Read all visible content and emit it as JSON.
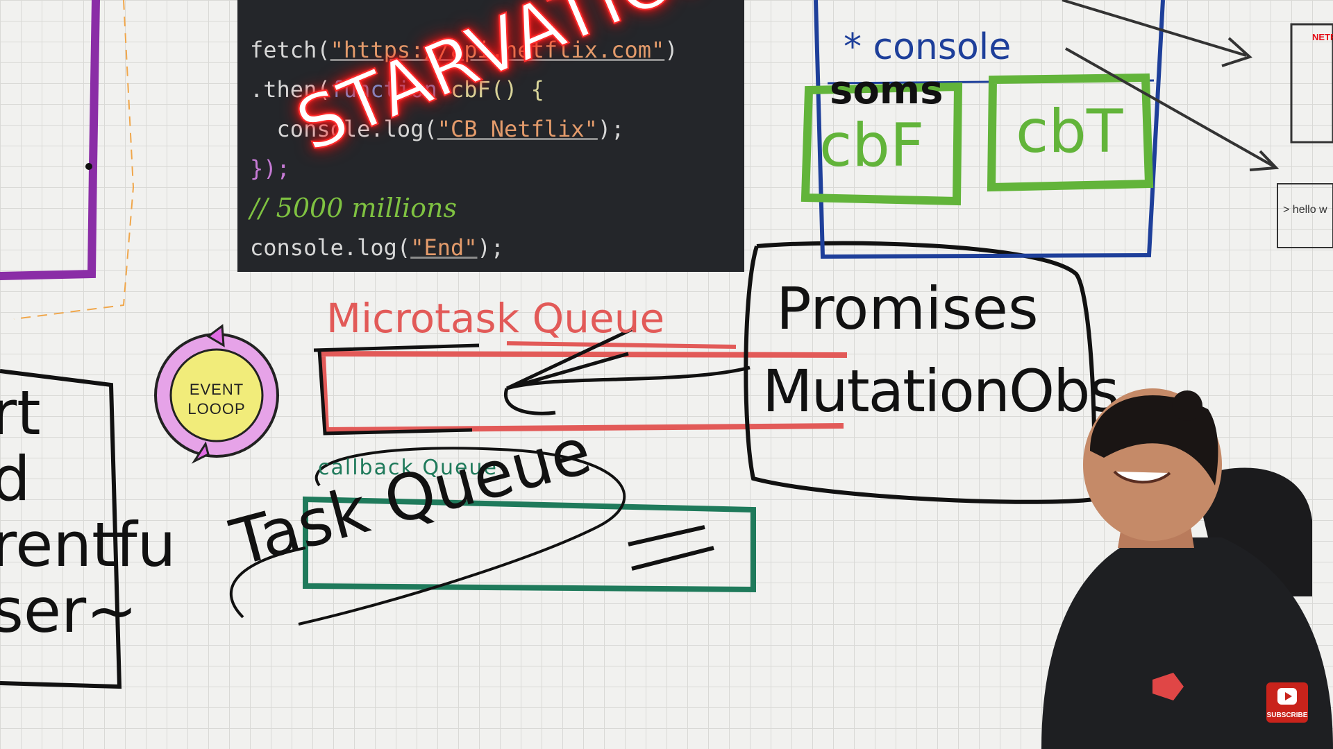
{
  "code": {
    "line1_a": "fetch(",
    "line1_b": "\"https://api.netflix.com\"",
    "line1_c": ")",
    "line2_a": ".then(",
    "line2_b": "function",
    "line2_c": " cbF() {",
    "line3_a": "  console.log(",
    "line3_b": "\"CB Netflix\"",
    "line3_c": ");",
    "line4": "});",
    "line5": "// 5000 millions",
    "line6_a": "console.log(",
    "line6_b": "\"End\"",
    "line6_c": ");"
  },
  "annotations": {
    "starvation": "STARVATION",
    "microtask_queue": "Microtask Queue",
    "callback_queue": "callback Queue",
    "task_queue": "Task Queue",
    "promises": "Promises",
    "mutation_observer": "MutationObs",
    "console_item": "* console",
    "soms": "soms",
    "cbf": "cbF",
    "cbt": "cbT",
    "left_partial": "rt\nd\nrentfu\nser~",
    "event_loop": "EVENT LOOOP"
  },
  "browser_mini": {
    "netflix": "NETFLIX",
    "hello": "> hello w"
  },
  "youtube": {
    "subscribe": "SUBSCRIBE"
  },
  "colors": {
    "microtask_red": "#e25a58",
    "callback_green": "#1f7a5b",
    "cb_green": "#62b43a",
    "webapi_blue": "#1e3f9a",
    "purple": "#8a2da6",
    "neon_red": "#ff2a2a"
  }
}
